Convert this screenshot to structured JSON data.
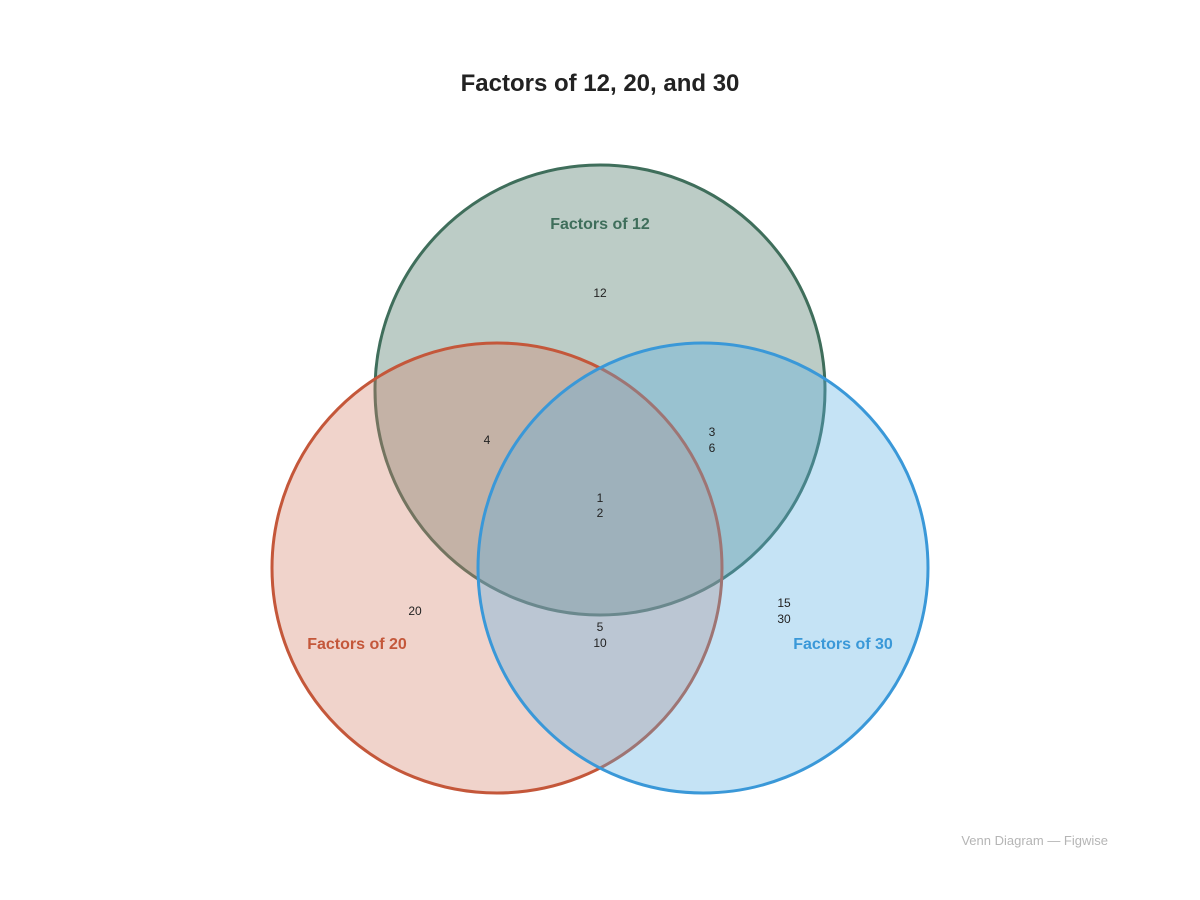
{
  "title": "Factors of 12, 20, and 30",
  "footer": "Venn Diagram — Figwise",
  "sets": [
    {
      "key": "A",
      "label": "Factors of 12",
      "color": "#3f6e5b",
      "fill": "#3f6e5b"
    },
    {
      "key": "B",
      "label": "Factors of 20",
      "color": "#c4573a",
      "fill": "#d4826a"
    },
    {
      "key": "C",
      "label": "Factors of 30",
      "color": "#3a98d8",
      "fill": "#5aaee3"
    }
  ],
  "regions": {
    "A_only": [
      "12"
    ],
    "B_only": [
      "20"
    ],
    "C_only": [
      "15",
      "30"
    ],
    "AB_only": [
      "4"
    ],
    "AC_only": [
      "3",
      "6"
    ],
    "BC_only": [
      "5",
      "10"
    ],
    "ABC": [
      "1",
      "2"
    ]
  }
}
